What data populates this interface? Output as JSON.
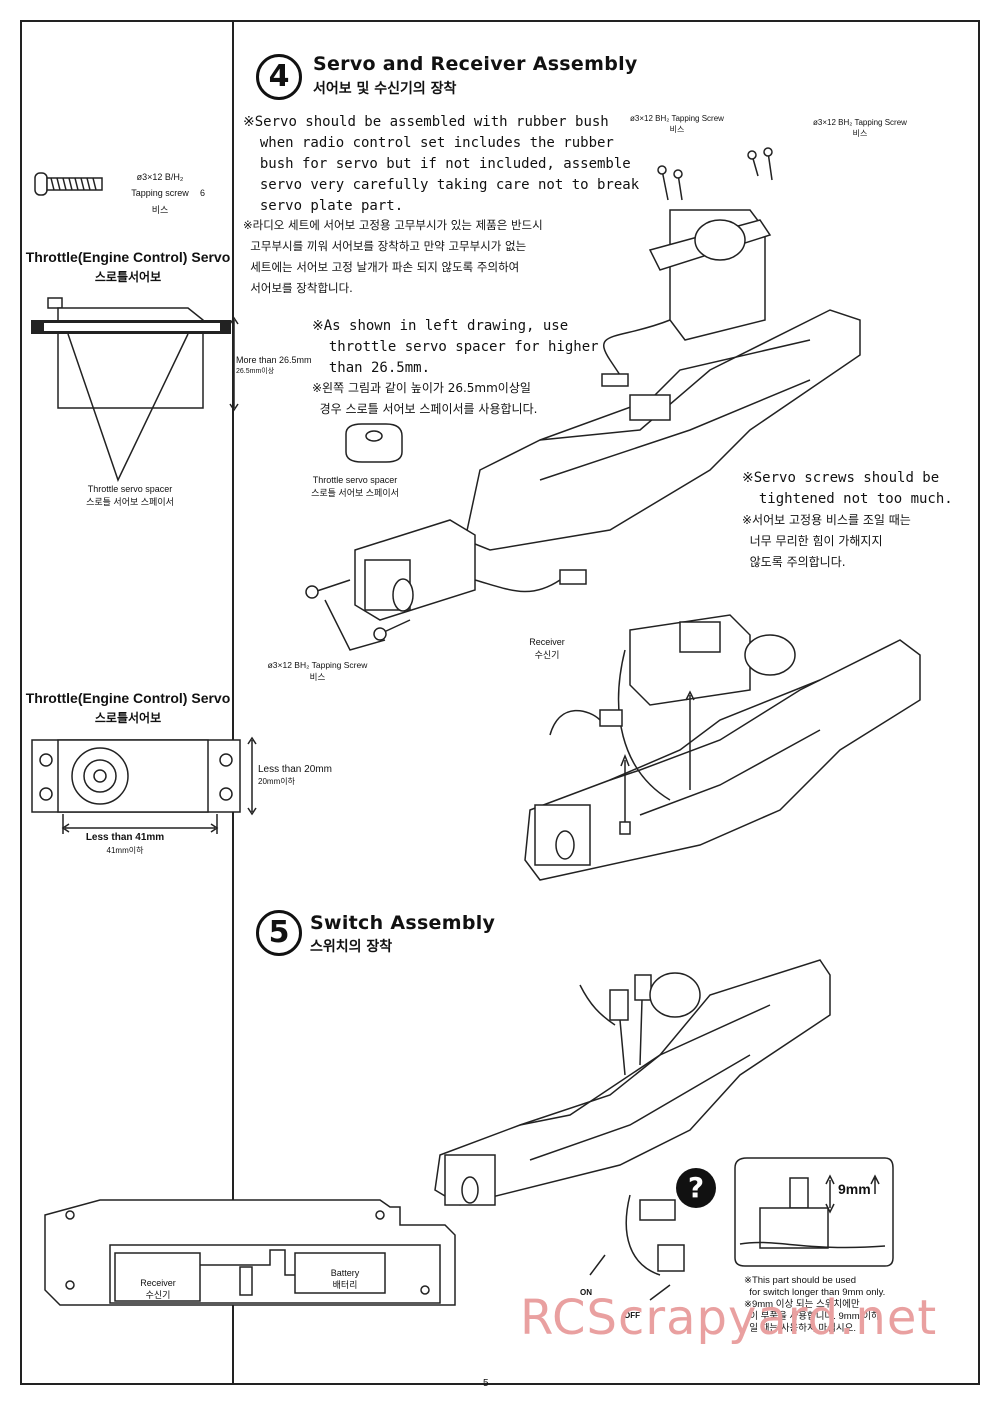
{
  "left": {
    "screw": {
      "spec": "ø3×12 B/H₂",
      "type": "Tapping screw",
      "qty": "6",
      "ko": "비스"
    },
    "throttle1": {
      "title": "Throttle(Engine Control) Servo",
      "ko": "스로틀서어보",
      "height_label": "More than 26.5mm",
      "height_ko": "26.5mm이상",
      "spacer_label": "Throttle servo spacer",
      "spacer_ko": "스로틀 서어보 스페이서"
    },
    "throttle2": {
      "title": "Throttle(Engine Control) Servo",
      "ko": "스로틀서어보",
      "height_label": "Less than 20mm",
      "height_ko": "20mm이하",
      "width_label": "Less than 41mm",
      "width_ko": "41mm이하"
    },
    "wiring": {
      "receiver": "Receiver",
      "receiver_ko": "수신기",
      "battery": "Battery",
      "battery_ko": "배터리"
    }
  },
  "step4": {
    "number": "4",
    "title": "Servo and Receiver Assembly",
    "title_ko": "서어보 및 수신기의 장착",
    "note_en": "※Servo should be assembled with rubber bush\n  when radio control set includes the rubber\n  bush for servo but if not included, assemble\n  servo very carefully taking care not to break\n  servo plate part.",
    "note_ko": "※라디오 세트에 서어보 고정용 고무부시가 있는 제품은 반드시\n  고무부시를 끼워 서어보를 장착하고 만약 고무부시가 없는\n  세트에는 서어보 고정 날개가 파손 되지 않도록 주의하여\n  서어보를 장착합니다.",
    "spacer_note_en": "※As shown in left drawing, use\n  throttle servo spacer for higher\n  than 26.5mm.",
    "spacer_note_ko": "※왼쪽 그림과 같이 높이가 26.5mm이상일\n  경우 스로틀 서어보 스페이서를 사용합니다.",
    "spacer_label": "Throttle servo spacer",
    "spacer_ko": "스로틀 서어보 스페이서",
    "screw_top1": "ø3×12 BH₂ Tapping Screw",
    "screw_top1_ko": "비스",
    "screw_top2": "ø3×12 BH₂ Tapping Screw",
    "screw_top2_ko": "비스",
    "screw_bottom": "ø3×12 BH₂ Tapping Screw",
    "screw_bottom_ko": "비스",
    "tighten_en": "※Servo screws should be\n  tightened not too much.",
    "tighten_ko": "※서어보 고정용 비스를 조일 때는\n  너무 무리한 힘이 가해지지\n  않도록 주의합니다.",
    "receiver": "Receiver",
    "receiver_ko": "수신기"
  },
  "step5": {
    "number": "5",
    "title": "Switch Assembly",
    "title_ko": "스위치의 장착",
    "question": "?",
    "dim": "9mm",
    "on": "ON",
    "off": "OFF",
    "note": "※This part should be used\n  for switch longer than 9mm only.\n※9mm 이상 되는 스위치에만\n  이 부품을 사용합니다. 9mm 이하\n  일 때는 사용하지 마십시오."
  },
  "page_number": "5",
  "watermark": "RCScrapyard.net"
}
